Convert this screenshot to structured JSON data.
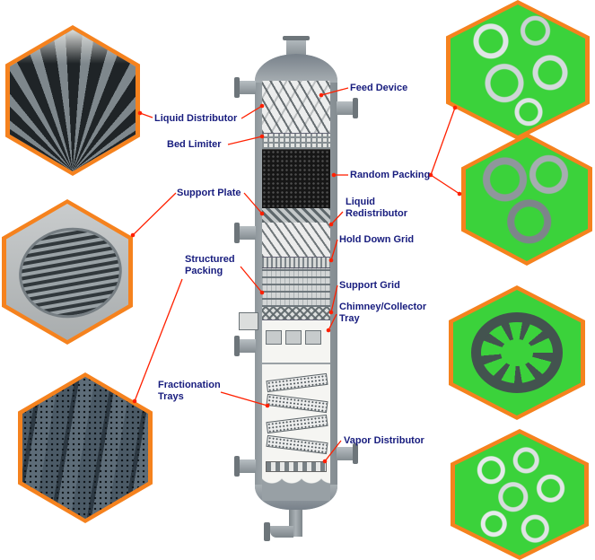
{
  "colors": {
    "label_text": "#171c7e",
    "leader_line": "#ff2000",
    "hex_border": "#f5821e",
    "photo_green_bg": "#3bd23b",
    "vessel_gray": "#98a0a5"
  },
  "labels": {
    "feed_device": "Feed Device",
    "liquid_distributor": "Liquid Distributor",
    "bed_limiter": "Bed Limiter",
    "random_packing": "Random Packing",
    "support_plate": "Support Plate",
    "liquid_redistributor": "Liquid Redistributor",
    "hold_down_grid": "Hold Down Grid",
    "structured_packing": "Structured Packing",
    "support_grid": "Support Grid",
    "chimney_collector_tray": "Chimney/Collector Tray",
    "fractionation_trays": "Fractionation Trays",
    "vapor_distributor": "Vapor Distributor"
  },
  "photos": {
    "left": [
      "trough-liquid-distributor-photo",
      "support-plate-grid-photo",
      "structured-packing-sheets-photo"
    ],
    "right": [
      "plastic-random-packing-photo",
      "metal-pall-rings-photo",
      "turbine-ring-packing-photo",
      "plastic-cascade-rings-photo"
    ]
  }
}
